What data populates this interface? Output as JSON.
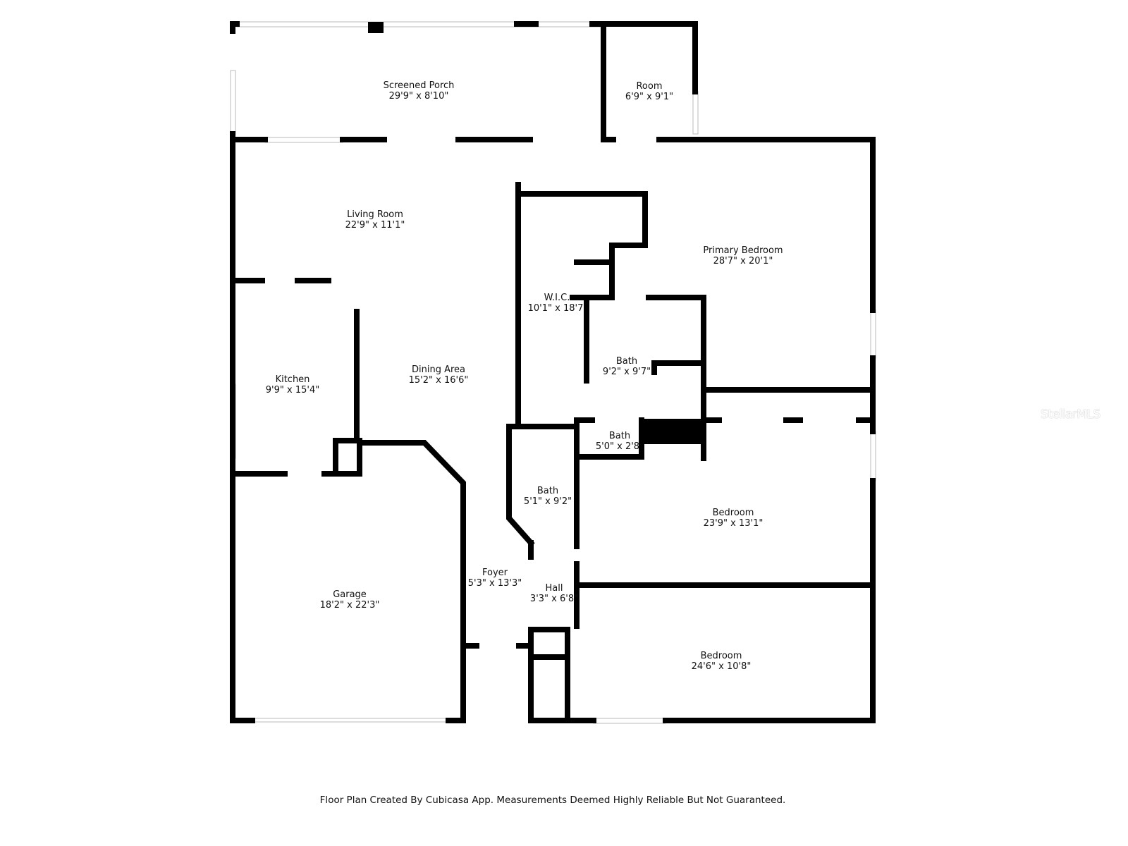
{
  "rooms": [
    {
      "name": "Screened Porch",
      "size": "29'9\" x 8'10\""
    },
    {
      "name": "Room",
      "size": "6'9\" x 9'1\""
    },
    {
      "name": "Living Room",
      "size": "22'9\" x 11'1\""
    },
    {
      "name": "Primary Bedroom",
      "size": "28'7\" x 20'1\""
    },
    {
      "name": "W.I.C.",
      "size": "10'1\" x 18'7"
    },
    {
      "name": "Kitchen",
      "size": "9'9\" x 15'4\""
    },
    {
      "name": "Dining Area",
      "size": "15'2\" x 16'6\""
    },
    {
      "name": "Bath",
      "size": "9'2\" x 9'7\""
    },
    {
      "name": "Bath",
      "size": "5'0\" x 2'8"
    },
    {
      "name": "Bath",
      "size": "5'1\" x 9'2\""
    },
    {
      "name": "Bedroom",
      "size": "23'9\" x 13'1\""
    },
    {
      "name": "Foyer",
      "size": "5'3\" x 13'3\""
    },
    {
      "name": "Hall",
      "size": "3'3\" x 6'8\""
    },
    {
      "name": "Garage",
      "size": "18'2\" x 22'3\""
    },
    {
      "name": "Bedroom",
      "size": "24'6\" x 10'8\""
    }
  ],
  "watermark": "StellarMLS",
  "footer": "Floor Plan Created By Cubicasa App. Measurements Deemed Highly Reliable But Not Guaranteed."
}
